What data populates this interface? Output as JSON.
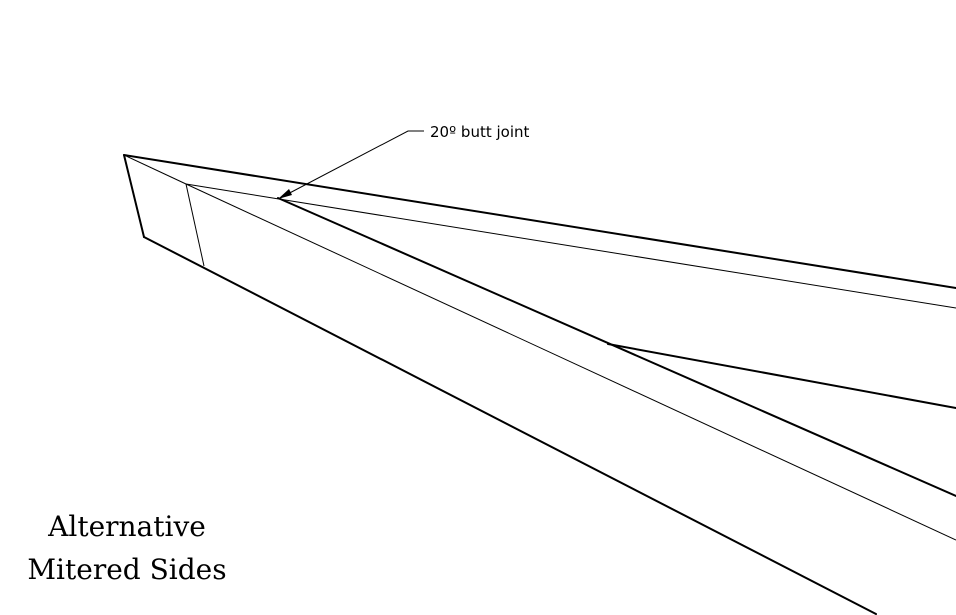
{
  "diagram": {
    "callout_label": "20º butt joint",
    "caption": {
      "line1": "Alternative",
      "line2": "Mitered Sides"
    }
  },
  "colors": {
    "background": "#ffffff",
    "line": "#000000"
  }
}
